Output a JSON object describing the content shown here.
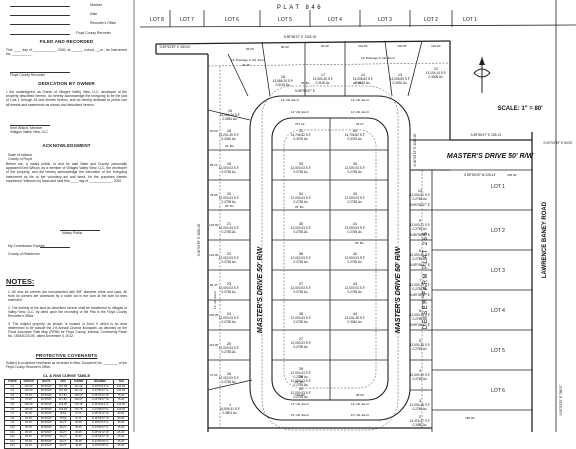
{
  "plat": {
    "header_text": "PLAT 846",
    "side_text": "DEISER FARM PLAT 266",
    "scale_label": "SCALE: 1\" = 80'",
    "roads": [
      {
        "name": "MASTER'S DRIVE 50' R/W"
      },
      {
        "name": "MASTER'S DRIVE 50' R/W"
      },
      {
        "name": "MASTER'S DRIVE 50' R/W"
      },
      {
        "name": "LAWRENCE BANEY ROAD"
      }
    ],
    "north_lots": [
      "LOT 8",
      "LOT 7",
      "LOT 6",
      "LOT 5",
      "LOT 4",
      "LOT 3",
      "LOT 2",
      "LOT 1"
    ],
    "east_lots": [
      "LOT 1",
      "LOT 2",
      "LOT 3",
      "LOT 4",
      "LOT 5",
      "LOT 6"
    ],
    "lots": [
      {
        "num": "16",
        "area": "13,586.24 S.F.",
        "acres": "0.3119 Ac."
      },
      {
        "num": "17",
        "area": "13,504.45 S.F.",
        "acres": "0.3100 Ac."
      },
      {
        "num": "14",
        "area": "13,208.63 S.F.",
        "acres": "0.3032 Ac."
      },
      {
        "num": "13",
        "area": "13,208.55 S.F.",
        "acres": "0.3032 Ac."
      },
      {
        "num": "12",
        "area": "13,104.14 S.F.",
        "acres": "0.3008 Ac."
      },
      {
        "num": "15",
        "area": "15,466.74 S.F.",
        "acres": "0.3551 Ac."
      },
      {
        "num": "10",
        "area": "12,004.92 S.F.",
        "acres": "0.2756 Ac."
      },
      {
        "num": "9",
        "area": "12,000.21 S.F.",
        "acres": "0.2755 Ac."
      },
      {
        "num": "8",
        "area": "12,000.25 S.F.",
        "acres": "0.2755 Ac."
      },
      {
        "num": "7",
        "area": "12,000.29 S.F.",
        "acres": "0.2755 Ac."
      },
      {
        "num": "6",
        "area": "12,000.33 S.F.",
        "acres": "0.2755 Ac."
      },
      {
        "num": "5",
        "area": "12,000.36 S.F.",
        "acres": "0.2755 Ac."
      },
      {
        "num": "4",
        "area": "12,000.40 S.F.",
        "acres": "0.2755 Ac."
      },
      {
        "num": "3",
        "area": "12,004.48 S.F.",
        "acres": "0.2756 Ac."
      },
      {
        "num": "2",
        "area": "13,416.37 S.F.",
        "acres": "0.3080 Ac."
      },
      {
        "num": "1",
        "area": "16,506.31 S.F.",
        "acres": "0.3801 Ac."
      },
      {
        "num": "18",
        "area": "13,241.35 S.F.",
        "acres": "0.3040 Ac."
      },
      {
        "num": "19",
        "area": "12,000.03 S.F.",
        "acres": "0.2755 Ac."
      },
      {
        "num": "20",
        "area": "12,000.03 S.F.",
        "acres": "0.2755 Ac."
      },
      {
        "num": "21",
        "area": "12,000.03 S.F.",
        "acres": "0.2755 Ac."
      },
      {
        "num": "22",
        "area": "12,000.03 S.F.",
        "acres": "0.2755 Ac."
      },
      {
        "num": "23",
        "area": "12,000.03 S.F.",
        "acres": "0.2755 Ac."
      },
      {
        "num": "24",
        "area": "12,000.03 S.F.",
        "acres": "0.2755 Ac."
      },
      {
        "num": "25",
        "area": "12,000.03 S.F.",
        "acres": "0.2755 Ac."
      },
      {
        "num": "26",
        "area": "12,000.03 S.F.",
        "acres": "0.2755 Ac."
      },
      {
        "num": "27",
        "area": "12,000.03 S.F.",
        "acres": "0.2755 Ac."
      },
      {
        "num": "28",
        "area": "12,000.03 S.F.",
        "acres": "0.2755 Ac."
      },
      {
        "num": "29",
        "area": "12,000.03 S.F.",
        "acres": "0.2755 Ac."
      },
      {
        "num": "30",
        "area": "12,000.03 S.F.",
        "acres": "0.2755 Ac."
      },
      {
        "num": "31",
        "area": "14,706.82 S.F.",
        "acres": "0.3376 Ac."
      },
      {
        "num": "32",
        "area": "14,706.82 S.F.",
        "acres": "0.3376 Ac."
      },
      {
        "num": "33",
        "area": "12,000.03 S.F.",
        "acres": "0.2755 Ac."
      },
      {
        "num": "34",
        "area": "12,000.03 S.F.",
        "acres": "0.2755 Ac."
      },
      {
        "num": "35",
        "area": "12,000.03 S.F.",
        "acres": "0.2755 Ac."
      },
      {
        "num": "36",
        "area": "12,000.03 S.F.",
        "acres": "0.2755 Ac."
      },
      {
        "num": "37",
        "area": "12,000.03 S.F.",
        "acres": "0.2755 Ac."
      },
      {
        "num": "38",
        "area": "12,000.03 S.F.",
        "acres": "0.2755 Ac."
      },
      {
        "num": "39",
        "area": "12,000.03 S.F.",
        "acres": "0.2755 Ac."
      },
      {
        "num": "40",
        "area": "12,000.03 S.F.",
        "acres": "0.2755 Ac."
      },
      {
        "num": "41",
        "area": "12,000.03 S.F.",
        "acres": "0.2755 Ac."
      },
      {
        "num": "42",
        "area": "12,000.03 S.F.",
        "acres": "0.2755 Ac."
      },
      {
        "num": "43",
        "area": "12,000.03 S.F.",
        "acres": "0.2755 Ac."
      },
      {
        "num": "44",
        "area": "13,241.35 S.F.",
        "acres": "0.3040 Ac."
      }
    ],
    "bearings": [
      "N 89°56'47\" E 1325.15'",
      "S 89°53'29\" E 330.00'",
      "N 89°56'47\" E",
      "S 89°56'47\" E 228.13'",
      "S 89°56'25\" W 228.14'",
      "S 00°03'35\" E 50.00'",
      "N 89°56'47\" E",
      "N 89°56'47\" E",
      "N 89°56'47\" E",
      "N 89°56'47\" E",
      "N 89°56'47\" E",
      "S 00°03'35\" E 1025.48'",
      "N 00°03'13\" E 1025.48'",
      "S 00°03'35\" E 788.37'"
    ],
    "dims": [
      "65.00'",
      "80.00'",
      "96.00'",
      "104.00'",
      "100.00'",
      "120.00'",
      "60.00'",
      "85.21'",
      "78.00'",
      "126.50'",
      "129.00'",
      "82.47'",
      "100.05'",
      "115.00'",
      "37.91'",
      "257.14'",
      "92.27'",
      "120.00'",
      "95.00'",
      "40.26'",
      "105.00'",
      "180.00'"
    ],
    "easements": [
      "12' Drainage & Util. Esm't",
      "12' Drainage & Util. Esm't",
      "12' Util. Esm't",
      "12' Util. Esm't",
      "12' Util. Esm't",
      "12' Util. Esm't",
      "12' Util. Esm't",
      "12' Util. Esm't",
      "12' Util. Esm't",
      "12' Util. Esm't",
      "10' Util. Esm't",
      "10' Util. Esm't"
    ],
    "building_lines": [
      "25' B.L.",
      "25' B.L.",
      "25' B.L.",
      "25' B.L.",
      "25' B.L.",
      "25' B.L.",
      "25' B.L."
    ]
  },
  "left_panel": {
    "header_lines": [
      "Number",
      "Date",
      "Recorder's Office",
      "Floyd County Recorder"
    ],
    "filed_heading": "FILED AND RECORDED",
    "filed_text": "This ____ day of ____________, 2020, at ______ o'clock __.m., as Instrument No. __________.",
    "recorder_label": "Floyd County Recorder",
    "dedication_heading": "DEDICATION BY OWNER",
    "dedication_text": "I, the undersigned, as Owner of Villages Valley View, LLC, developer of the property described hereon, do hereby acknowledge the foregoing to be the plat of Lots 1 through 44 and streets hereon, and do hereby dedicate to public use all streets and easements as shown and described hereon.",
    "signature_labels": [
      "Kent Wilson, Member",
      "Villages Valley View, LLC"
    ],
    "ack_heading": "ACKNOWLEDGMENT",
    "ack_state": "State of Indiana",
    "ack_county": "County of Floyd",
    "ack_text": "Before me, a notary public, in and for said State and County, personally appeared Kent Wilson, as a member of Villages Valley View, LLC, the developer of the property, and did hereby acknowledge the execution of the foregoing instrument as his or her voluntary act and deed, for the purposes therein expressed. Witness my hand and seal this ____ day of ____________, 2020.",
    "notary_label": "Notary Public",
    "commission_label": "My Commission Expires:",
    "county_label": "County of Residence:",
    "notes_heading": "NOTES:",
    "notes": [
      "1. All new lot corners are monumented with 5/8\" diameter rebar and caps. All front lot corners are witnessed by a notch cut in the curb at the side lot lines extended.",
      "2. The entirety of the land as described hereon shall be transferred to Villages of Valley View, LLC, by deed upon the recording of the Plat in the Floyd County Recorder's Office.",
      "3. The subject property, as shown, is located in Zone X which is an area determined to be outside the 1% Annual Chance floodplain, as depicted on the Flood Insurance Rate Map (FIRM) for Floyd County, Indiana, Community Panel No. 18043C0110E, dated December 4, 2012."
    ],
    "covenants_heading": "PROTECTIVE COVENANTS",
    "covenants_text": "Subject to protective covenants as recorded in Misc. Document No. ________ of the Floyd County Recorder's Office.",
    "table_heading": "CL & R/W CURVE TABLE",
    "table_headers": [
      "CURVE",
      "RADIUS",
      "DELTA",
      "ARC",
      "CHORD",
      "BEARING",
      "TAN"
    ],
    "table_rows": [
      [
        "C1",
        "100.00'",
        "90°00'00\"",
        "157.08'",
        "141.42'",
        "N 45°03'13\" E",
        "100.00'"
      ],
      [
        "C2",
        "100.00'",
        "90°00'00\"",
        "157.08'",
        "141.42'",
        "S 44°56'47\" E",
        "100.00'"
      ],
      [
        "C3",
        "75.00'",
        "90°00'00\"",
        "117.81'",
        "106.07'",
        "S 45°03'13\" W",
        "75.00'"
      ],
      [
        "C4",
        "75.00'",
        "90°00'00\"",
        "117.81'",
        "106.07'",
        "N 44°56'47\" W",
        "75.00'"
      ],
      [
        "C5",
        "125.00'",
        "90°00'00\"",
        "196.35'",
        "176.78'",
        "N 45°03'13\" E",
        "125.00'"
      ],
      [
        "C6",
        "125.00'",
        "90°00'00\"",
        "196.35'",
        "176.78'",
        "S 44°56'47\" E",
        "125.00'"
      ],
      [
        "C7",
        "50.00'",
        "90°00'00\"",
        "78.54'",
        "70.71'",
        "S 45°03'13\" W",
        "50.00'"
      ],
      [
        "C8",
        "50.00'",
        "90°00'00\"",
        "78.54'",
        "70.71'",
        "N 44°56'47\" W",
        "50.00'"
      ],
      [
        "C9",
        "25.00'",
        "90°00'00\"",
        "39.27'",
        "35.36'",
        "N 45°03'13\" E",
        "25.00'"
      ],
      [
        "C10",
        "25.00'",
        "90°00'00\"",
        "39.27'",
        "35.36'",
        "S 44°56'47\" E",
        "25.00'"
      ],
      [
        "C11",
        "25.00'",
        "90°00'00\"",
        "39.27'",
        "35.36'",
        "S 45°03'13\" W",
        "25.00'"
      ],
      [
        "C12",
        "25.00'",
        "90°00'00\"",
        "39.27'",
        "35.36'",
        "N 44°56'47\" W",
        "25.00'"
      ],
      [
        "C13",
        "25.00'",
        "89°59'38\"",
        "39.27'",
        "35.35'",
        "N 44°56'25\" E",
        "25.00'"
      ],
      [
        "C14",
        "25.00'",
        "90°00'22\"",
        "39.27'",
        "35.36'",
        "S 45°03'35\" E",
        "25.00'"
      ]
    ]
  }
}
